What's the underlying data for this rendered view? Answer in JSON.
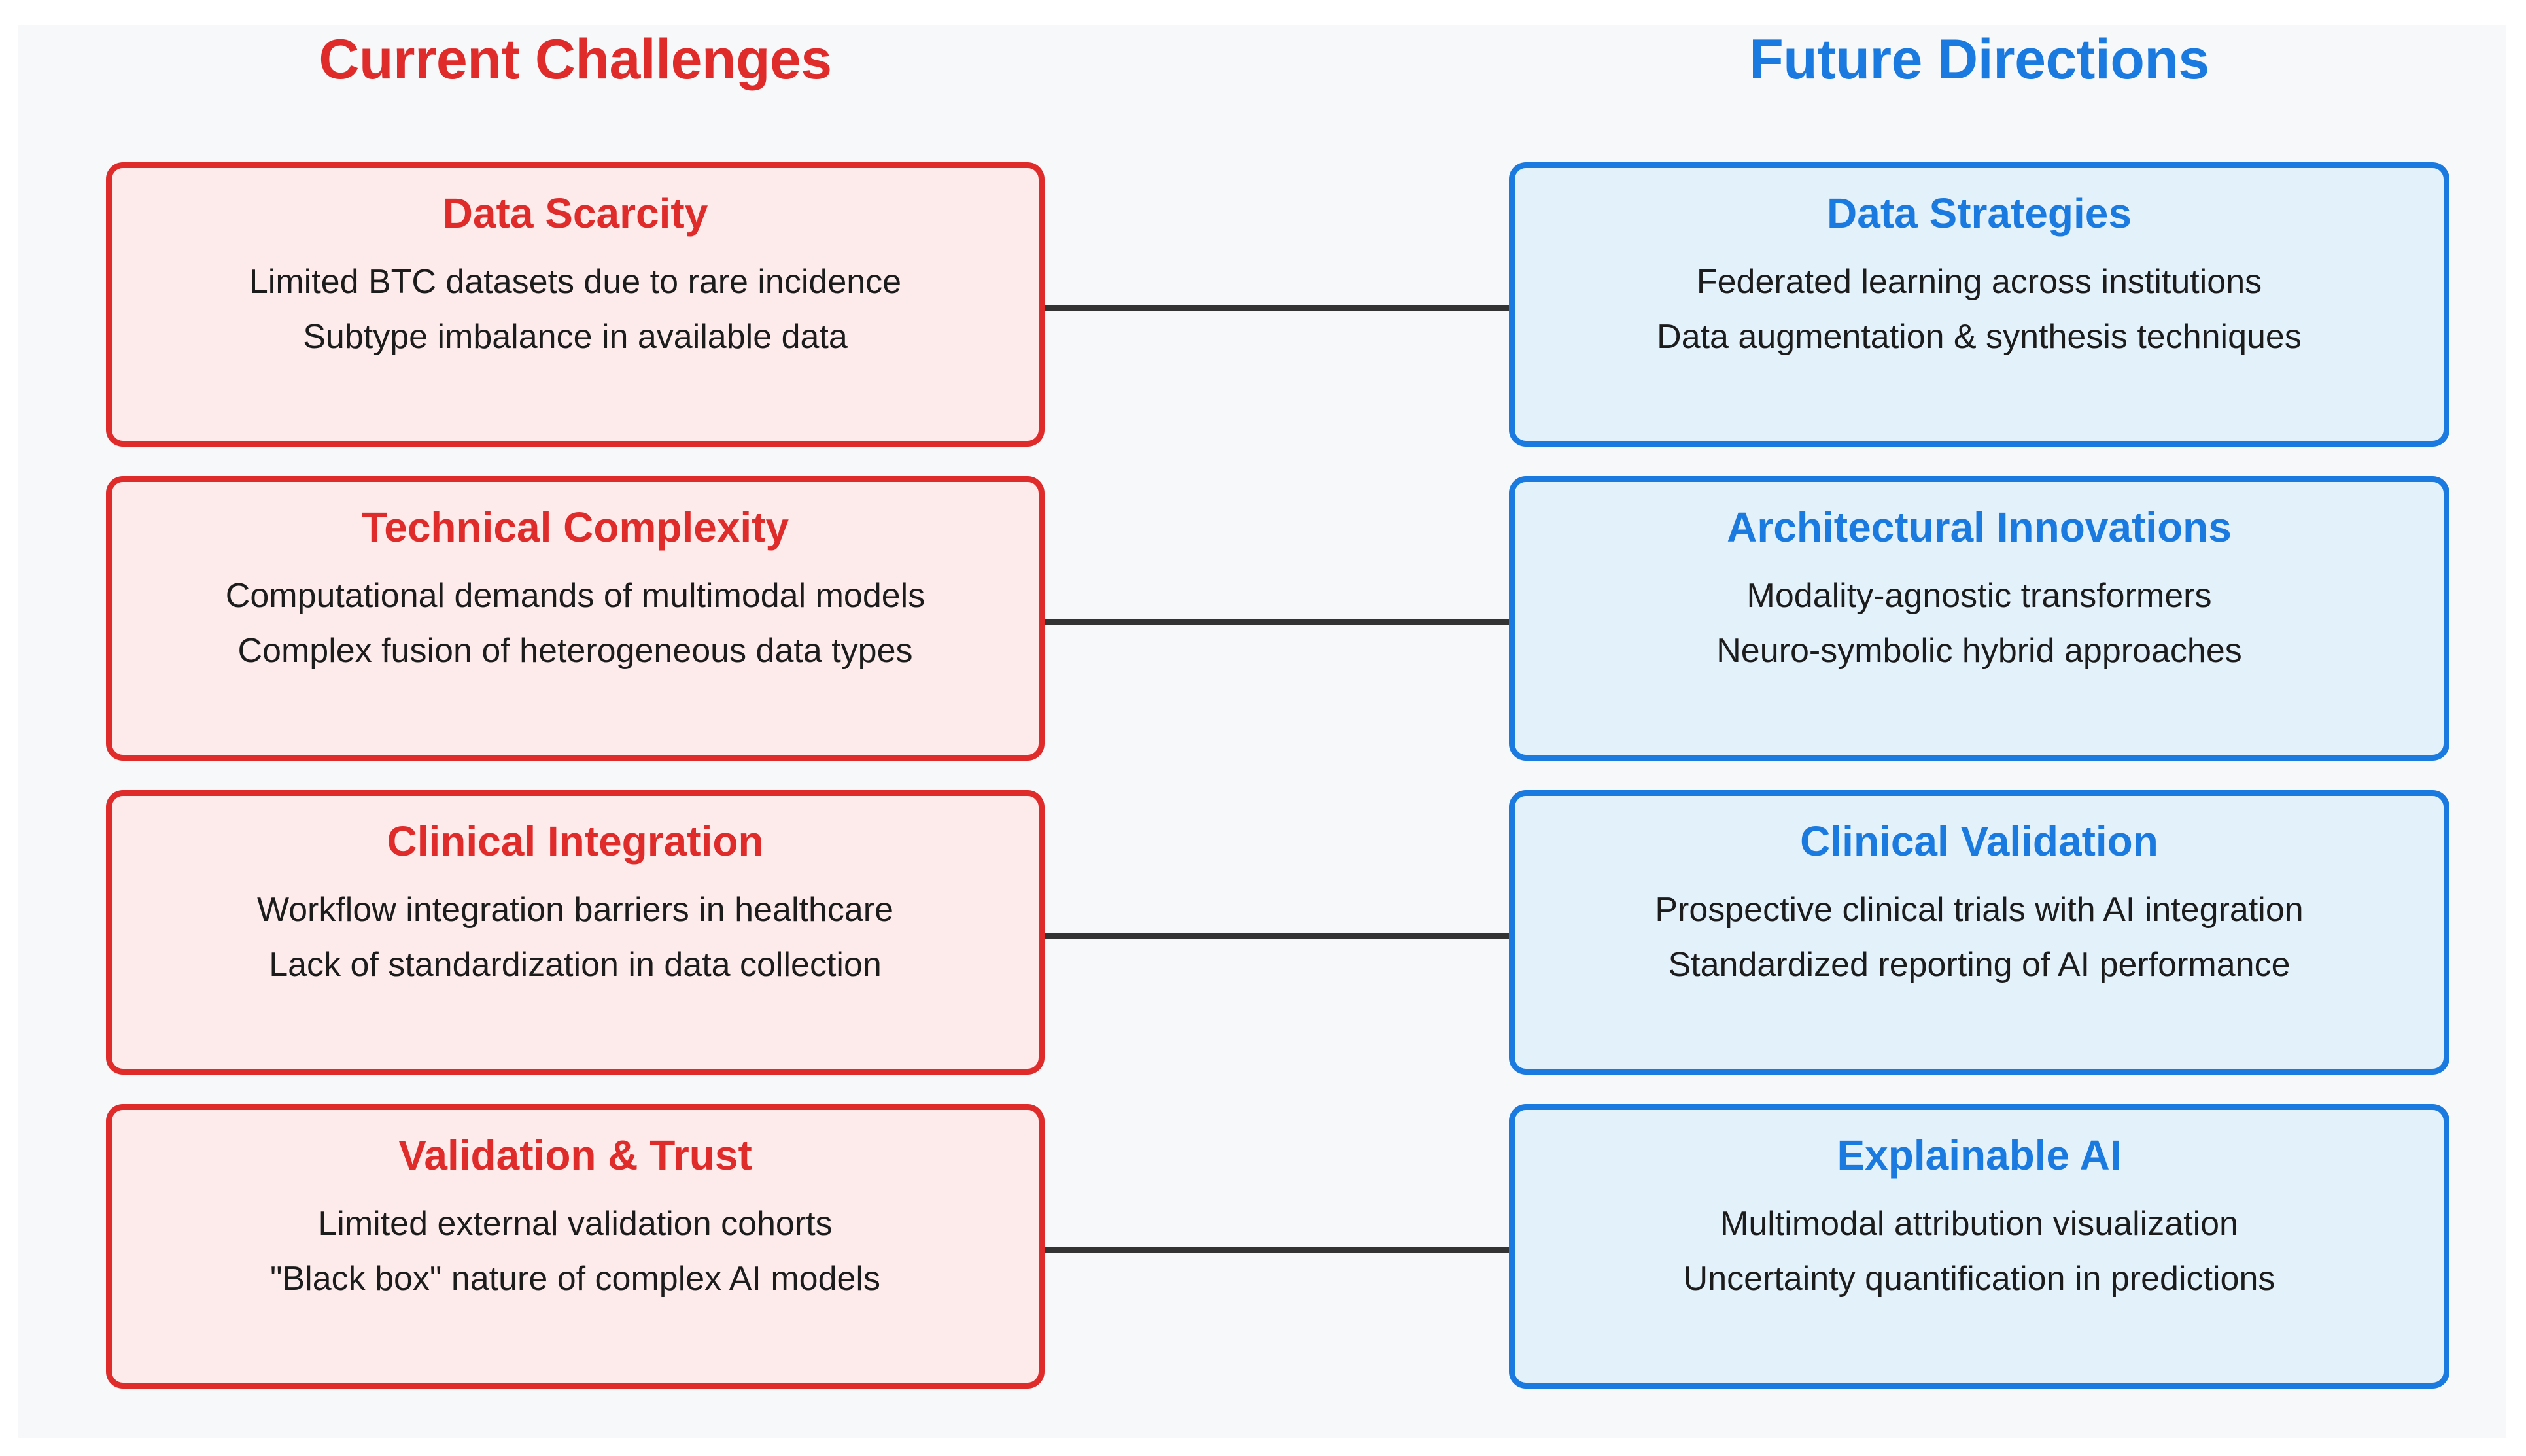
{
  "canvas": {
    "background": "#f6f8fa",
    "page_background": "#ffffff"
  },
  "colors": {
    "challenge_accent": "#e02b2b",
    "challenge_fill": "#fdeaea",
    "future_accent": "#1a7ae0",
    "future_fill": "#e3f1fb",
    "connector": "#333333",
    "body_text": "#1c1c1c"
  },
  "columns": {
    "left": {
      "header": "Current Challenges"
    },
    "right": {
      "header": "Future Directions"
    }
  },
  "rows": [
    {
      "challenge": {
        "title": "Data Scarcity",
        "lines": [
          "Limited BTC datasets due to rare incidence",
          "Subtype imbalance in available data"
        ]
      },
      "future": {
        "title": "Data Strategies",
        "lines": [
          "Federated learning across institutions",
          "Data augmentation & synthesis techniques"
        ]
      }
    },
    {
      "challenge": {
        "title": "Technical Complexity",
        "lines": [
          "Computational demands of multimodal models",
          "Complex fusion of heterogeneous data types"
        ]
      },
      "future": {
        "title": "Architectural Innovations",
        "lines": [
          "Modality-agnostic transformers",
          "Neuro-symbolic hybrid approaches"
        ]
      }
    },
    {
      "challenge": {
        "title": "Clinical Integration",
        "lines": [
          "Workflow integration barriers in healthcare",
          "Lack of standardization in data collection"
        ]
      },
      "future": {
        "title": "Clinical Validation",
        "lines": [
          "Prospective clinical trials with AI integration",
          "Standardized reporting of AI performance"
        ]
      }
    },
    {
      "challenge": {
        "title": "Validation & Trust",
        "lines": [
          "Limited external validation cohorts",
          "\"Black box\" nature of complex AI models"
        ]
      },
      "future": {
        "title": "Explainable AI",
        "lines": [
          "Multimodal attribution visualization",
          "Uncertainty quantification in predictions"
        ]
      }
    }
  ]
}
